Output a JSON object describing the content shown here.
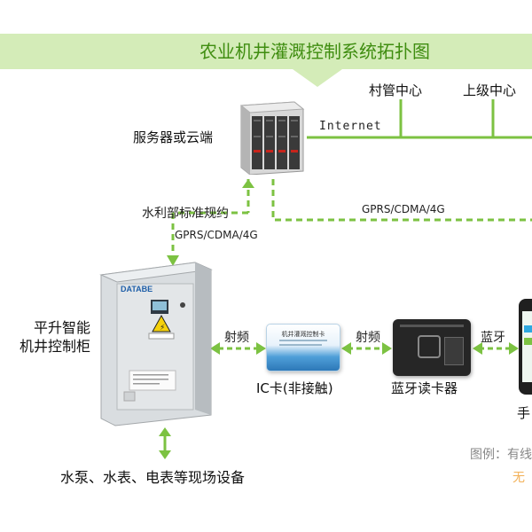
{
  "title": "农业机井灌溉控制系统拓扑图",
  "nodes": {
    "village_center": "村管中心",
    "upper_center": "上级中心",
    "server": "服务器或云端",
    "cabinet_line1": "平升智能",
    "cabinet_line2": "机井控制柜",
    "ic_card": "IC卡(非接触)",
    "reader": "蓝牙读卡器",
    "phone_partial": "手",
    "field_devices": "水泵、水表、电表等现场设备"
  },
  "links": {
    "internet": "Internet",
    "gprs_right": "GPRS/CDMA/4G",
    "protocol": "水利部标准规约",
    "gprs_down": "GPRS/CDMA/4G",
    "rf_left": "射频",
    "rf_right": "射频",
    "bluetooth": "蓝牙"
  },
  "cabinet_brand": "DATABE",
  "ic_card_title": "机井灌溉控制卡",
  "legend_partial": "图例：有线",
  "watermark_partial": "无",
  "colors": {
    "green": "#7cc242",
    "banner": "#d4ecb8",
    "title": "#3f8d10"
  }
}
